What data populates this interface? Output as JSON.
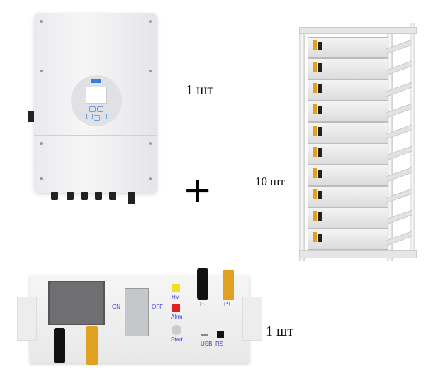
{
  "items": [
    {
      "name": "inverter",
      "quantity": "1 шт"
    },
    {
      "name": "battery-rack",
      "quantity": "10 шт"
    },
    {
      "name": "bms-controller",
      "quantity": "1 шт"
    }
  ],
  "plus_sign": "+",
  "bms_labels": {
    "on": "ON",
    "off": "OFF",
    "hv": "HV",
    "alarm": "Alrm",
    "start": "Start",
    "p_minus": "P-",
    "p_plus": "P+",
    "usb": "USB",
    "rs": "RS"
  },
  "colors": {
    "connector_orange": "#e0a020",
    "button_yellow": "#f0e020",
    "button_red": "#e02020",
    "label_blue": "#3b3bd0"
  }
}
